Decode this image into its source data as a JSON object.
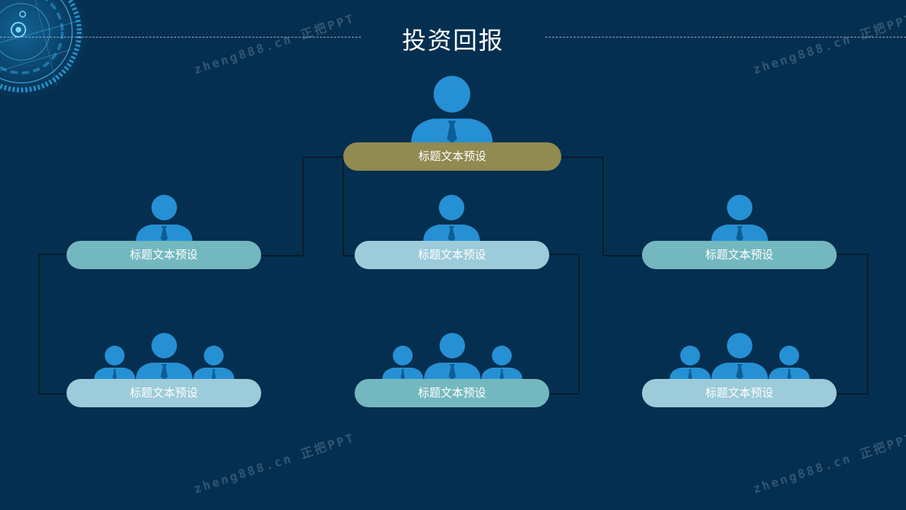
{
  "page": {
    "title": "投资回报"
  },
  "watermarks": [
    "zheng888.cn 正把PPT",
    "zheng888.cn 正把PPT",
    "zheng888.cn 正把PPT",
    "zheng888.cn 正把PPT"
  ],
  "org_chart": {
    "root": {
      "label": "标题文本预设"
    },
    "level2": [
      {
        "label": "标题文本预设"
      },
      {
        "label": "标题文本预设"
      },
      {
        "label": "标题文本预设"
      }
    ],
    "level3": [
      {
        "label": "标题文本预设"
      },
      {
        "label": "标题文本预设"
      },
      {
        "label": "标题文本预设"
      }
    ]
  },
  "colors": {
    "background": "#052f50",
    "icon": "#2690d4",
    "root_pill": "#918a51",
    "teal_pill": "#74b8bf",
    "light_pill": "#9ccbd9",
    "connector": "#0b0f14"
  },
  "icons": {
    "single": "person-icon",
    "group": "people-group-icon"
  }
}
